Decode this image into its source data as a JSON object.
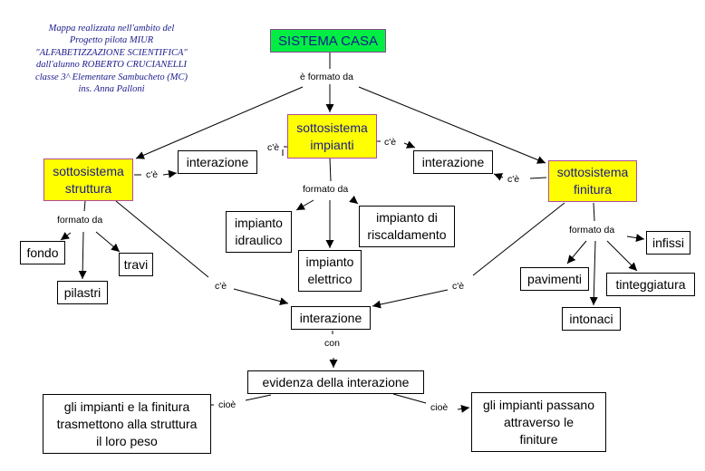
{
  "credits": {
    "lines": [
      "Mappa realizzata nell'ambito del",
      "Progetto pilota MIUR",
      "\"ALFABETIZZAZIONE SCIENTIFICA\"",
      "dall'alunno ROBERTO CRUCIANELLI",
      "classe 3^ Elementare Sambucheto (MC)",
      "ins. Anna Palloni"
    ]
  },
  "colors": {
    "root_fill": "#00ee44",
    "subsystem_fill": "#ffff00",
    "concept_text": "#1a1a8c",
    "node_border": "#000000"
  },
  "concepts": {
    "sistema_casa": [
      "SISTEMA CASA"
    ],
    "sub_impianti": [
      "sottosistema",
      "impianti"
    ],
    "sub_struttura": [
      "sottosistema",
      "struttura"
    ],
    "sub_finitura": [
      "sottosistema",
      "finitura"
    ],
    "interazione_left": [
      "interazione"
    ],
    "interazione_right": [
      "interazione"
    ],
    "interazione_center": [
      "interazione"
    ],
    "fondo": [
      "fondo"
    ],
    "pilastri": [
      "pilastri"
    ],
    "travi": [
      "travi"
    ],
    "impianto_idraulico": [
      "impianto",
      "idraulico"
    ],
    "impianto_elettrico": [
      "impianto",
      "elettrico"
    ],
    "impianto_riscaldamento": [
      "impianto di",
      "riscaldamento"
    ],
    "pavimenti": [
      "pavimenti"
    ],
    "intonaci": [
      "intonaci"
    ],
    "tinteggiatura": [
      "tinteggiatura"
    ],
    "infissi": [
      "infissi"
    ],
    "evidenza": [
      "evidenza della interazione"
    ],
    "conseguenza_peso": [
      "gli impianti e la finitura",
      "trasmettono alla struttura",
      "il loro peso"
    ],
    "conseguenza_passano": [
      "gli impianti passano",
      "attraverso le",
      "finiture"
    ]
  },
  "link_labels": {
    "formato_root": "è formato da",
    "ce_impianti_left": "c'è",
    "ce_impianti_right": "c'è",
    "ce_struttura": "c'è",
    "ce_finitura": "c'è",
    "formato_struttura": "formato da",
    "formato_impianti": "formato da",
    "formato_finitura": "formato da",
    "ce_struttura_center": "c'è",
    "ce_finitura_center": "c'è",
    "con": "con",
    "cioe_left": "cioè",
    "cioe_right": "cioè"
  }
}
